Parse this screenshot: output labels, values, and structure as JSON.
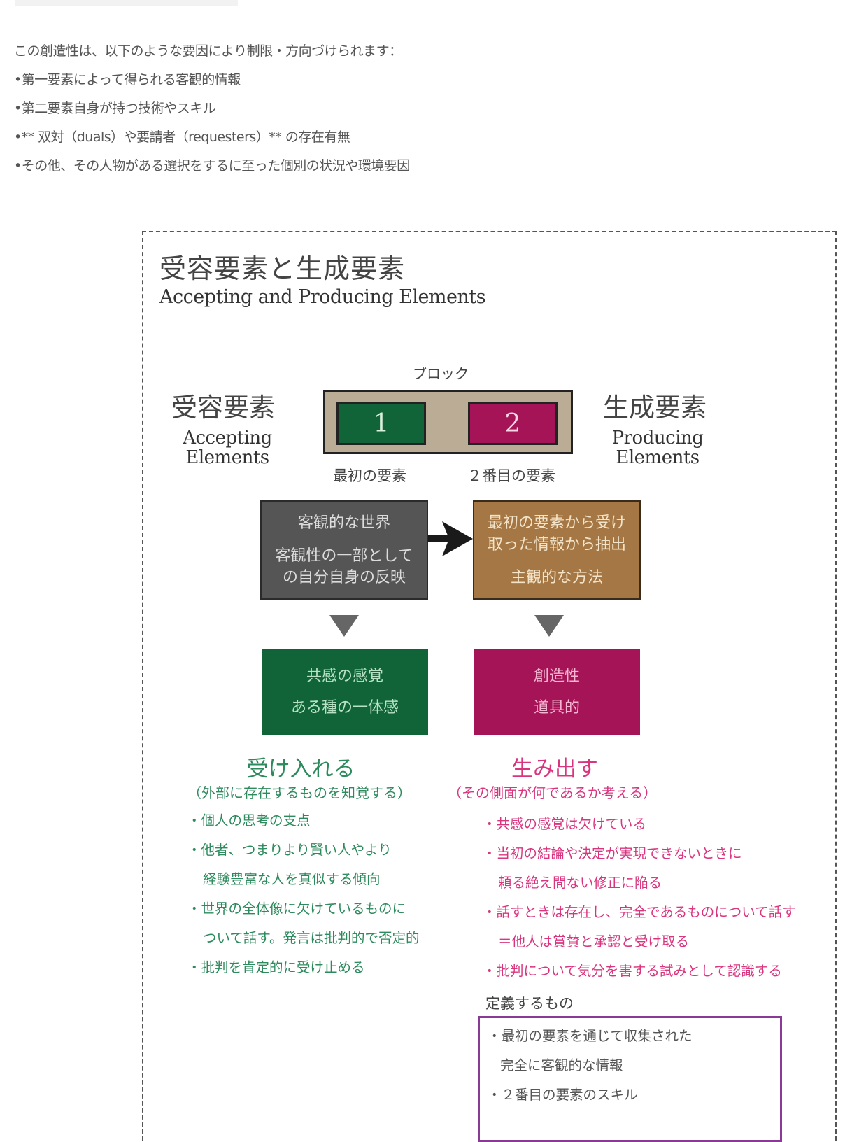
{
  "intro": {
    "lead": "この創造性は、以下のような要因により制限・方向づけられます：",
    "bullets": [
      "•第一要素によって得られる客観的情報",
      "•第二要素自身が持つ技術やスキル",
      "•** 双対（duals）や要請者（requesters）** の存在有無",
      "•その他、その人物がある選択をするに至った個別の状況や環境要因"
    ]
  },
  "diagram": {
    "title_jp": "受容要素と生成要素",
    "title_en": "Accepting and Producing Elements",
    "left_side": {
      "jp": "受容要素",
      "en_line1": "Accepting",
      "en_line2": "Elements"
    },
    "right_side": {
      "jp": "生成要素",
      "en_line1": "Producing",
      "en_line2": "Elements"
    },
    "block": {
      "label": "ブロック",
      "element1": {
        "number": "1",
        "caption": "最初の要素",
        "color": "#116437"
      },
      "element2": {
        "number": "2",
        "caption": "２番目の要素",
        "color": "#a51457"
      },
      "background": "#bbad95"
    },
    "left_box": {
      "line1": "客観的な世界",
      "line2": "客観性の一部として",
      "line3": "の自分自身の反映",
      "color": "#555555"
    },
    "right_box": {
      "line1": "最初の要素から受け",
      "line2": "取った情報から抽出",
      "line3": "主観的な方法",
      "color": "#a57744"
    },
    "left_result": {
      "line1": "共感の感覚",
      "line2": "ある種の一体感",
      "color": "#116437"
    },
    "right_result": {
      "line1": "創造性",
      "line2": "道具的",
      "color": "#a51457"
    },
    "accept": {
      "heading": "受け入れる",
      "subheading": "（外部に存在するものを知覚する）",
      "items": [
        {
          "text": "・個人の思考の支点",
          "indent": false
        },
        {
          "text": "・他者、つまりより賢い人やより",
          "indent": false
        },
        {
          "text": "経験豊富な人を真似する傾向",
          "indent": true
        },
        {
          "text": "・世界の全体像に欠けているものに",
          "indent": false
        },
        {
          "text": "ついて話す。発言は批判的で否定的",
          "indent": true
        },
        {
          "text": "・批判を肯定的に受け止める",
          "indent": false
        }
      ]
    },
    "produce": {
      "heading": "生み出す",
      "subheading": "（その側面が何であるか考える）",
      "items": [
        {
          "text": "・共感の感覚は欠けている",
          "indent": false
        },
        {
          "text": "・当初の結論や決定が実現できないときに",
          "indent": false
        },
        {
          "text": "頼る絶え間ない修正に陥る",
          "indent": true
        },
        {
          "text": "・話すときは存在し、完全であるものについて話す",
          "indent": false
        },
        {
          "text": "＝他人は賞賛と承認と受け取る",
          "indent": true
        },
        {
          "text": "・批判について気分を害する試みとして認識する",
          "indent": false
        }
      ]
    },
    "defines": {
      "title": "定義するもの",
      "items": [
        {
          "text": "・最初の要素を通じて収集された",
          "indent": false
        },
        {
          "text": "完全に客観的な情報",
          "indent": true
        },
        {
          "text": "・２番目の要素のスキル",
          "indent": false
        }
      ],
      "border_color": "#8a3a96"
    },
    "colors": {
      "accept_text": "#2c8a5c",
      "produce_text": "#d9357f"
    }
  }
}
